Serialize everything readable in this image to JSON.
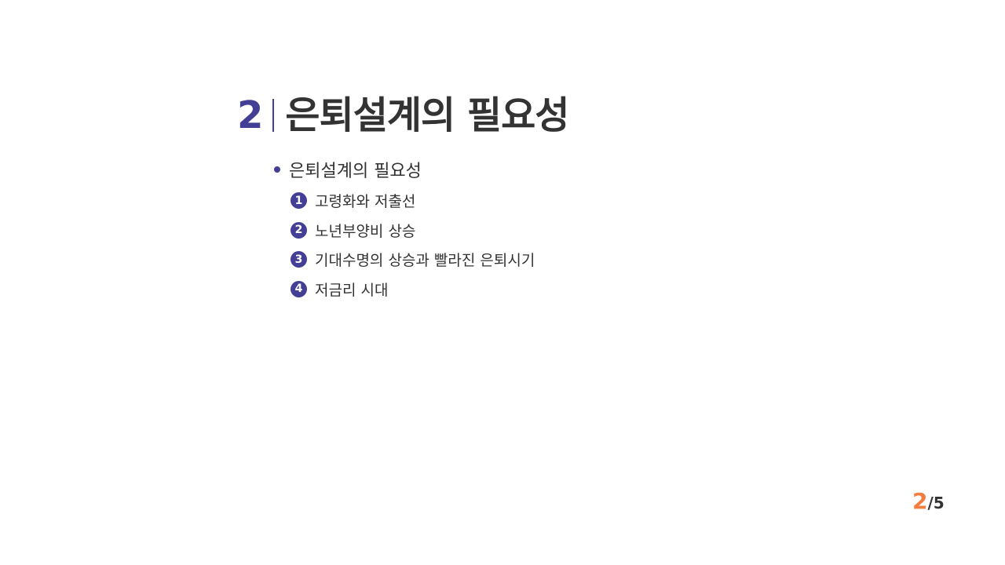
{
  "slide": {
    "section_number": "2",
    "title": "은퇴설계의 필요성",
    "bullet": "은퇴설계의 필요성",
    "items": [
      {
        "num": "1",
        "text": "고령화와 저출선"
      },
      {
        "num": "2",
        "text": "노년부양비 상승"
      },
      {
        "num": "3",
        "text": "기대수명의 상승과 빨라진 은퇴시기"
      },
      {
        "num": "4",
        "text": "저금리 시대"
      }
    ]
  },
  "pagination": {
    "current": "2",
    "total": "/5"
  },
  "colors": {
    "accent": "#433f95",
    "page_current": "#f47c3c",
    "text": "#333333"
  }
}
